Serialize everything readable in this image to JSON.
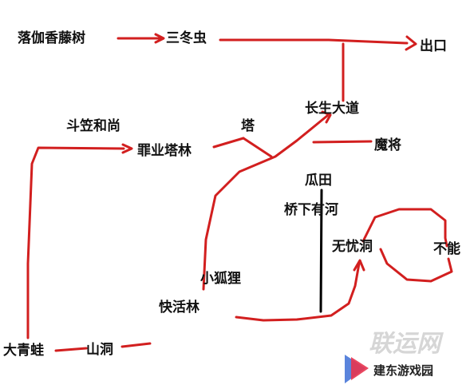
{
  "nodes": {
    "luojia": "落伽香藤树",
    "sandong": "三冬虫",
    "chukou": "出口",
    "douli": "斗笠和尚",
    "changsheng": "长生大道",
    "ta": "塔",
    "zuiye": "罪业塔林",
    "mojiang": "魔将",
    "guatian": "瓜田",
    "qiaoxia": "桥下有河",
    "wuyou": "无忧洞",
    "buneng": "不能",
    "xiaohuli": "小狐狸",
    "kuaihuo": "快活林",
    "daqingwa": "大青蛙",
    "shandong": "山洞"
  },
  "watermark": {
    "text": "联运网",
    "logo_text": "建东游戏园"
  },
  "colors": {
    "path": "#d21f1f",
    "divider": "#000000",
    "logo_accent": "#e8344f",
    "logo_secondary": "#3d6fd6"
  }
}
